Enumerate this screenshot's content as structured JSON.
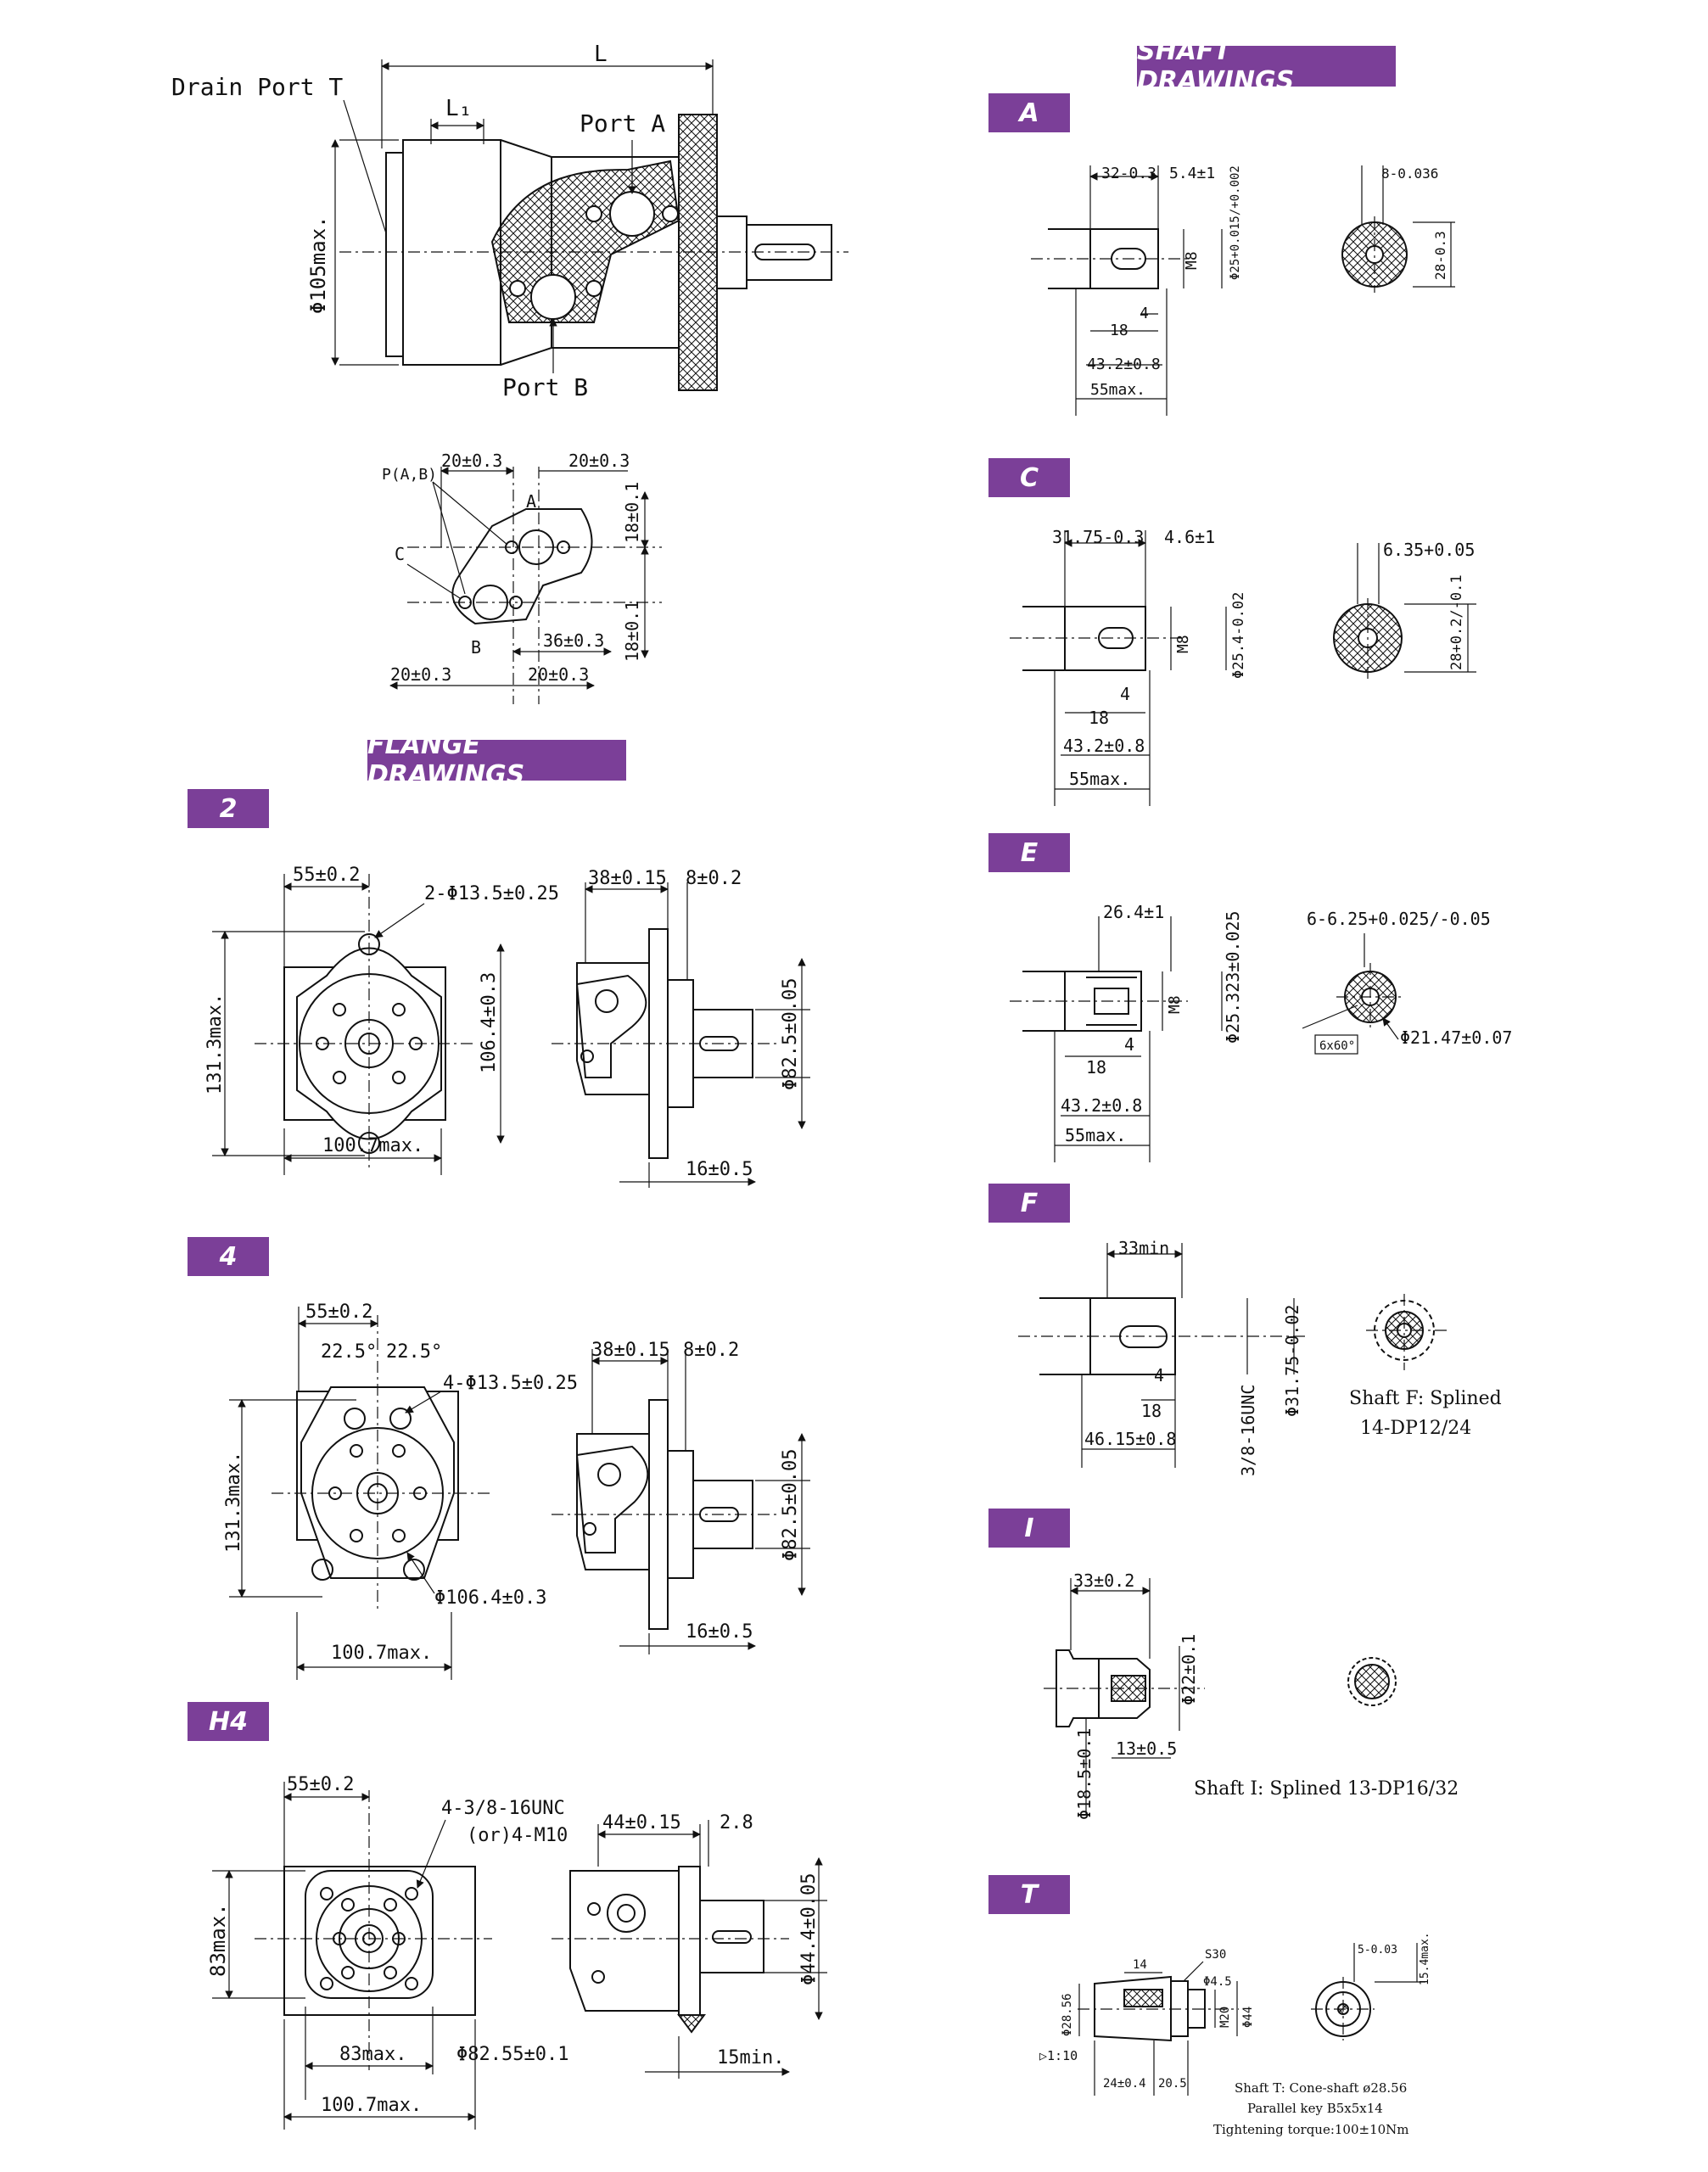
{
  "headers": {
    "shaft": "SHAFT DRAWINGS",
    "flange": "FLANGE DRAWINGS",
    "flange_2": "2",
    "flange_4": "4",
    "flange_h4": "H4",
    "shaft_a": "A",
    "shaft_c": "C",
    "shaft_e": "E",
    "shaft_f": "F",
    "shaft_i": "I",
    "shaft_t": "T"
  },
  "motor": {
    "drain_port": "Drain Port T",
    "length": "L",
    "l1": "L₁",
    "port_a": "Port A",
    "port_b": "Port B",
    "diameter": "Φ105max."
  },
  "ports": {
    "p": "P(A,B)",
    "a": "A",
    "b": "B",
    "c": "C",
    "top_left": "20±0.3",
    "top_right": "20±0.3",
    "right_top": "18±0.1",
    "right_bottom": "18±0.1",
    "mid": "36±0.3",
    "bottom_left": "20±0.3",
    "bottom_right": "20±0.3"
  },
  "flange2": {
    "width": "55±0.2",
    "holes": "2-Φ13.5±0.25",
    "height": "131.3max.",
    "pcd": "106.4±0.3",
    "base": "100.7max.",
    "side_a": "38±0.15",
    "side_b": "8±0.2",
    "pilot": "Φ82.5±0.05",
    "thick": "16±0.5"
  },
  "flange4": {
    "width": "55±0.2",
    "angle_a": "22.5°",
    "angle_b": "22.5°",
    "holes": "4-Φ13.5±0.25",
    "height": "131.3max.",
    "pcd": "Φ106.4±0.3",
    "base": "100.7max.",
    "side_a": "38±0.15",
    "side_b": "8±0.2",
    "pilot": "Φ82.5±0.05",
    "thick": "16±0.5"
  },
  "flangeh4": {
    "width": "55±0.2",
    "holes": "4-3/8-16UNC",
    "holes_alt": "(or)4-M10",
    "height": "83max.",
    "mid": "83max.",
    "pcd": "Φ82.55±0.1",
    "base": "100.7max.",
    "side_a": "44±0.15",
    "side_b": "2.8",
    "pilot": "Φ44.4±0.05",
    "thick": "15min."
  },
  "shaftA": {
    "len": "32-0.3",
    "key": "5.4±1",
    "thread": "M8",
    "dia": "Φ25+0.015/+0.002",
    "d4": "4",
    "d18": "18",
    "d43": "43.2±0.8",
    "d55": "55max.",
    "keyw": "8-0.036",
    "keyh": "28-0.3"
  },
  "shaftC": {
    "len": "31.75-0.3",
    "key": "4.6±1",
    "thread": "M8",
    "dia": "Φ25.4-0.02",
    "d4": "4",
    "d18": "18",
    "d43": "43.2±0.8",
    "d55": "55max.",
    "keyw": "6.35+0.05",
    "keyh": "28+0.2/-0.1"
  },
  "shaftE": {
    "len": "26.4±1",
    "thread": "M8",
    "dia": "Φ25.323±0.025",
    "d4": "4",
    "d18": "18",
    "d43": "43.2±0.8",
    "d55": "55max.",
    "spline": "6-6.25+0.025/-0.05",
    "angle": "6x60°",
    "od": "Φ21.47±0.07"
  },
  "shaftF": {
    "len": "33min",
    "d4": "4",
    "d18": "18",
    "d46": "46.15±0.8",
    "thread": "3/8-16UNC",
    "dia": "Φ31.75-0.02",
    "caption1": "Shaft F: Splined",
    "caption2": "14-DP12/24"
  },
  "shaftI": {
    "len": "33±0.2",
    "dia": "Φ22±0.1",
    "d13": "13±0.5",
    "od": "Φ18.5±0.1",
    "caption": "Shaft I: Splined 13-DP16/32"
  },
  "shaftT": {
    "d14": "14",
    "s30": "S30",
    "d45": "Φ4.5",
    "m20": "M20",
    "d44": "Φ44",
    "d2856": "Φ28.56",
    "taper": "▷1:10",
    "d24": "24±0.4",
    "d205": "20.5",
    "keyw": "5-0.03",
    "keyh": "15.4max.",
    "caption1": "Shaft T: Cone-shaft ø28.56",
    "caption2": "Parallel key B5x5x14",
    "caption3": "Tightening torque:100±10Nm"
  }
}
